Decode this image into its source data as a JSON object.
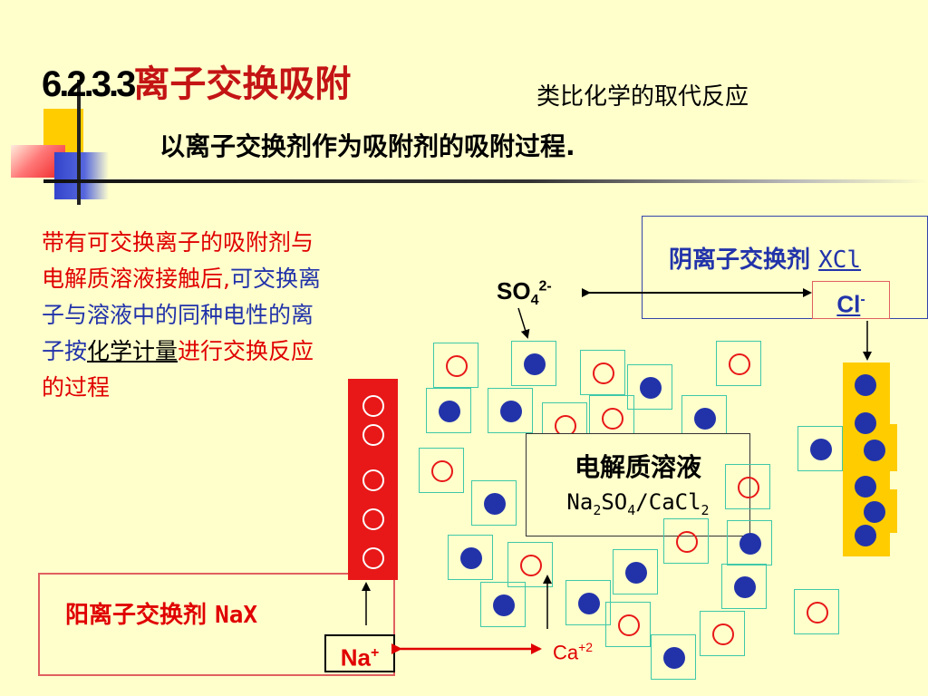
{
  "title": {
    "number": "6.2.3.3",
    "text": "离子交换吸附"
  },
  "analogy": "类比化学的取代反应",
  "definition": "以离子交换剂作为吸附剂的吸附过程.",
  "description": {
    "part1": "带有可交换离子的吸附剂与电解质溶液接触后,",
    "part2": "可交换离子与溶液中的同种电性的离子按",
    "underlined": "化学计量",
    "part3": "进行交换反应的过程"
  },
  "cation_exchanger": {
    "label": "阳离子交换剂",
    "formula": "NaX"
  },
  "anion_exchanger": {
    "label": "阴离子交换剂",
    "formula": "XCl"
  },
  "ions": {
    "na": {
      "symbol": "Na",
      "charge": "+"
    },
    "ca": {
      "symbol": "Ca",
      "charge": "+2"
    },
    "cl": {
      "symbol": "Cl",
      "charge": "-"
    },
    "so4": {
      "symbol": "SO",
      "sub": "4",
      "charge": "2-"
    }
  },
  "solution": {
    "title": "电解质溶液",
    "f1": "Na",
    "f1sub": "2",
    "f2": "SO",
    "f2sub": "4",
    "f3": "/CaCl",
    "f3sub": "2"
  },
  "colors": {
    "background": "#FFFFCC",
    "title_red": "#C41414",
    "text_red": "#E00000",
    "text_blue": "#2233AA",
    "anion_dot": "#2233AA",
    "cation_ring": "#E81818",
    "tile_border": "#3FC8A8",
    "exchanger_yellow": "#FFCC00",
    "exchanger_red": "#E81818"
  }
}
